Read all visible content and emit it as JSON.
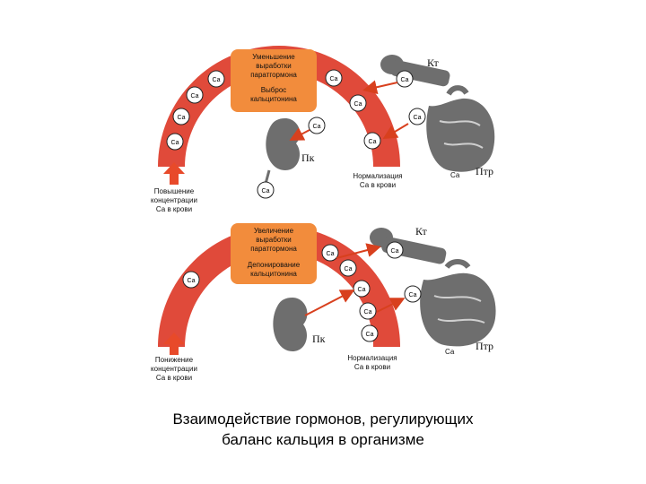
{
  "diagram": {
    "caption_line1": "Взаимодействие гормонов, регулирующих",
    "caption_line2": "баланс кальция в организме",
    "colors": {
      "arc": "#e04a3a",
      "box": "#f28c3c",
      "increase_arrow": "#e84a2a",
      "organ_arrow": "#d8401e",
      "organ": "#6e6e6e"
    },
    "top": {
      "box_line1": "Уменьшение",
      "box_line2": "выработки",
      "box_line3": "паратгормона",
      "box_line4": "Выброс",
      "box_line5": "кальцитонина",
      "kt_label": "Кт",
      "pk_label": "Пк",
      "ptr_label": "Птр",
      "trigger_line1": "Повышение",
      "trigger_line2": "концентрации",
      "trigger_line3": "Са в крови",
      "result_line1": "Нормализация",
      "result_line2": "Са в крови",
      "ions": {
        "arc_a": "Са",
        "arc_b": "Са",
        "arc_c": "Са",
        "arc_d": "Са",
        "arc_e": "Са",
        "arc_f": "Са",
        "arc_g": "Са",
        "bone": "Са",
        "intestine": "Са",
        "kidney_out": "Са",
        "free": "Са",
        "ptr_label_ion": "Са"
      }
    },
    "bottom": {
      "box_line1": "Увеличение",
      "box_line2": "выработки",
      "box_line3": "паратгормона",
      "box_line4": "Депонирование",
      "box_line5": "кальцитонина",
      "kt_label": "Кт",
      "pk_label": "Пк",
      "ptr_label": "Птр",
      "trigger_line1": "Понижение",
      "trigger_line2": "концентрации",
      "trigger_line3": "Са в крови",
      "result_line1": "Нормализация",
      "result_line2": "Са в крови",
      "ions": {
        "arc_a": "Са",
        "arc_b": "Са",
        "arc_c": "Са",
        "arc_d": "Са",
        "arc_e": "Са",
        "arc_f": "Са",
        "bone": "Са",
        "intestine": "Са",
        "ptr_label_ion": "Са"
      }
    }
  }
}
